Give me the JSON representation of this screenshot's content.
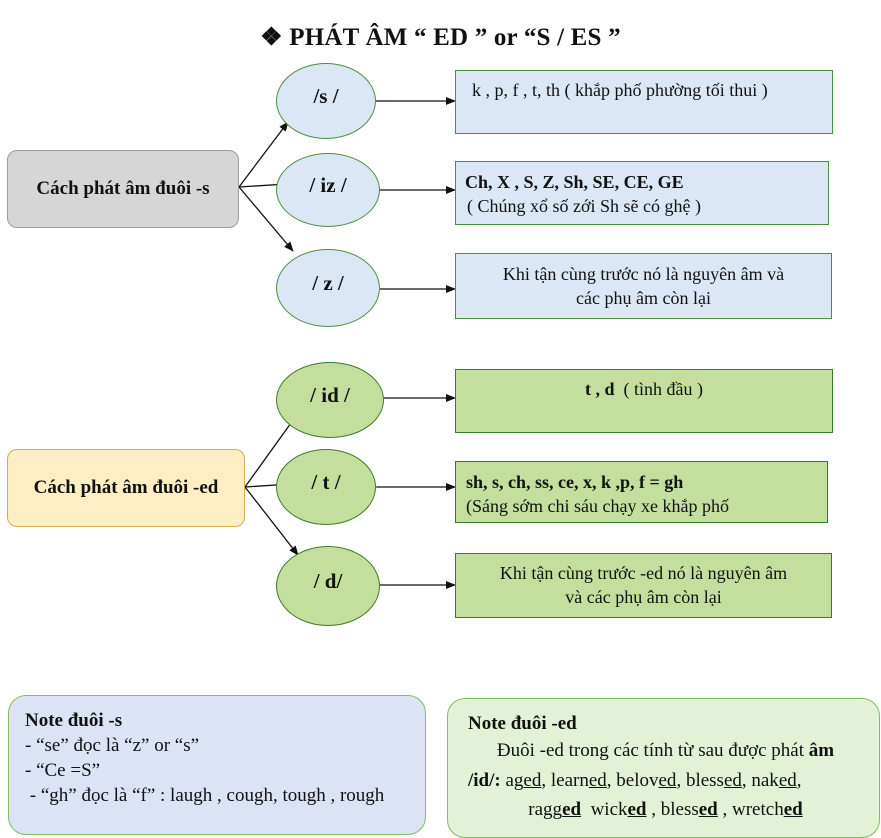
{
  "title": "❖ PHÁT ÂM  “ ED ” or “S / ES ”",
  "section_s": {
    "group_label": "Cách phát âm đuôi -s",
    "nodes": [
      {
        "label": "/s /",
        "rule_lines": [
          "k , p, f , t, th  ( khắp phố phường tối thui )"
        ]
      },
      {
        "label": "/ iz /",
        "rule_lines": [
          "Ch, X , S, Z, Sh, SE, CE, GE",
          "( Chúng xổ số zới Sh sẽ có ghệ )"
        ]
      },
      {
        "label": "/ z /",
        "rule_lines": [
          "Khi tận cùng trước nó là nguyên âm và",
          "các phụ âm còn lại"
        ]
      }
    ]
  },
  "section_ed": {
    "group_label": "Cách phát âm đuôi -ed",
    "nodes": [
      {
        "label": "/ id /",
        "rule_lines": [
          "t , d  ( tình đầu )"
        ]
      },
      {
        "label": "/ t /",
        "rule_lines": [
          "sh, s, ch, ss, ce, x, k ,p, f = gh",
          "(Sáng  sớm chi sáu chạy xe khắp phố"
        ]
      },
      {
        "label": "/ d/",
        "rule_lines": [
          "Khi tận cùng trước -ed nó là nguyên âm",
          "và các phụ âm còn lại"
        ]
      }
    ]
  },
  "note_s": {
    "title": "Note đuôi -s",
    "lines": [
      "- “se” đọc là “z” or “s”",
      "- “Ce =S”",
      " - “gh” đọc là “f” : laugh , cough, tough , rough"
    ]
  },
  "note_ed": {
    "title": "Note đuôi -ed",
    "intro_a": "Đuôi -ed trong các tính từ sau được phát ",
    "intro_b": "âm",
    "id_label": "/id/:",
    "words": [
      {
        "stem": "ag",
        "suffix": "ed",
        "after": ", "
      },
      {
        "stem": "learn",
        "suffix": "ed",
        "after": ", "
      },
      {
        "stem": "belov",
        "suffix": "ed",
        "after": ", "
      },
      {
        "stem": "bless",
        "suffix": "ed",
        "after": ", "
      },
      {
        "stem": "nak",
        "suffix": "ed",
        "after": ","
      }
    ],
    "line3": [
      {
        "stem": "ragg",
        "suffix": "ed",
        "after": "  "
      },
      {
        "stem": "wick",
        "suffix": "ed",
        "after": " , "
      },
      {
        "stem": "bless",
        "suffix": "ed",
        "after": " , "
      },
      {
        "stem": "wretch",
        "suffix": "ed",
        "after": ""
      }
    ]
  },
  "colors": {
    "s_fill": "#dbe7f4",
    "ed_fill": "#c4df9d",
    "border_green": "#4e8f3d",
    "group_s_fill": "#d6d6d6",
    "group_ed_fill": "#fdefc3"
  }
}
